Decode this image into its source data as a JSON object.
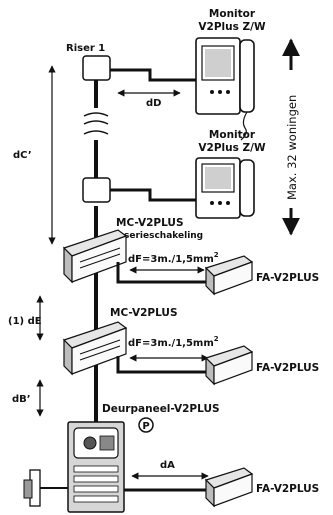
{
  "riser": "Riser 1",
  "monitor_top": {
    "line1": "Monitor",
    "line2": "V2Plus Z/W"
  },
  "monitor_mid": {
    "line1": "Monitor",
    "line2": "V2Plus Z/W"
  },
  "max_label": "Max. 32 woningen",
  "distances": {
    "dD": "dD",
    "dC": "dC’",
    "dE": "(1) dE",
    "dB": "dB’",
    "dA": "dA",
    "dF1_main": "dF=3m./1,5mm",
    "dF1_sup": "2",
    "dF2_main": "dF=3m./1,5mm",
    "dF2_sup": "2"
  },
  "mc1": {
    "title": "MC-V2PLUS",
    "subtitle": "serieschakeling"
  },
  "mc2": {
    "title": "MC-V2PLUS"
  },
  "fa_labels": [
    "FA-V2PLUS",
    "FA-V2PLUS",
    "FA-V2PLUS"
  ],
  "door_panel": "Deurpaneel-V2PLUS",
  "p_badge": "P"
}
